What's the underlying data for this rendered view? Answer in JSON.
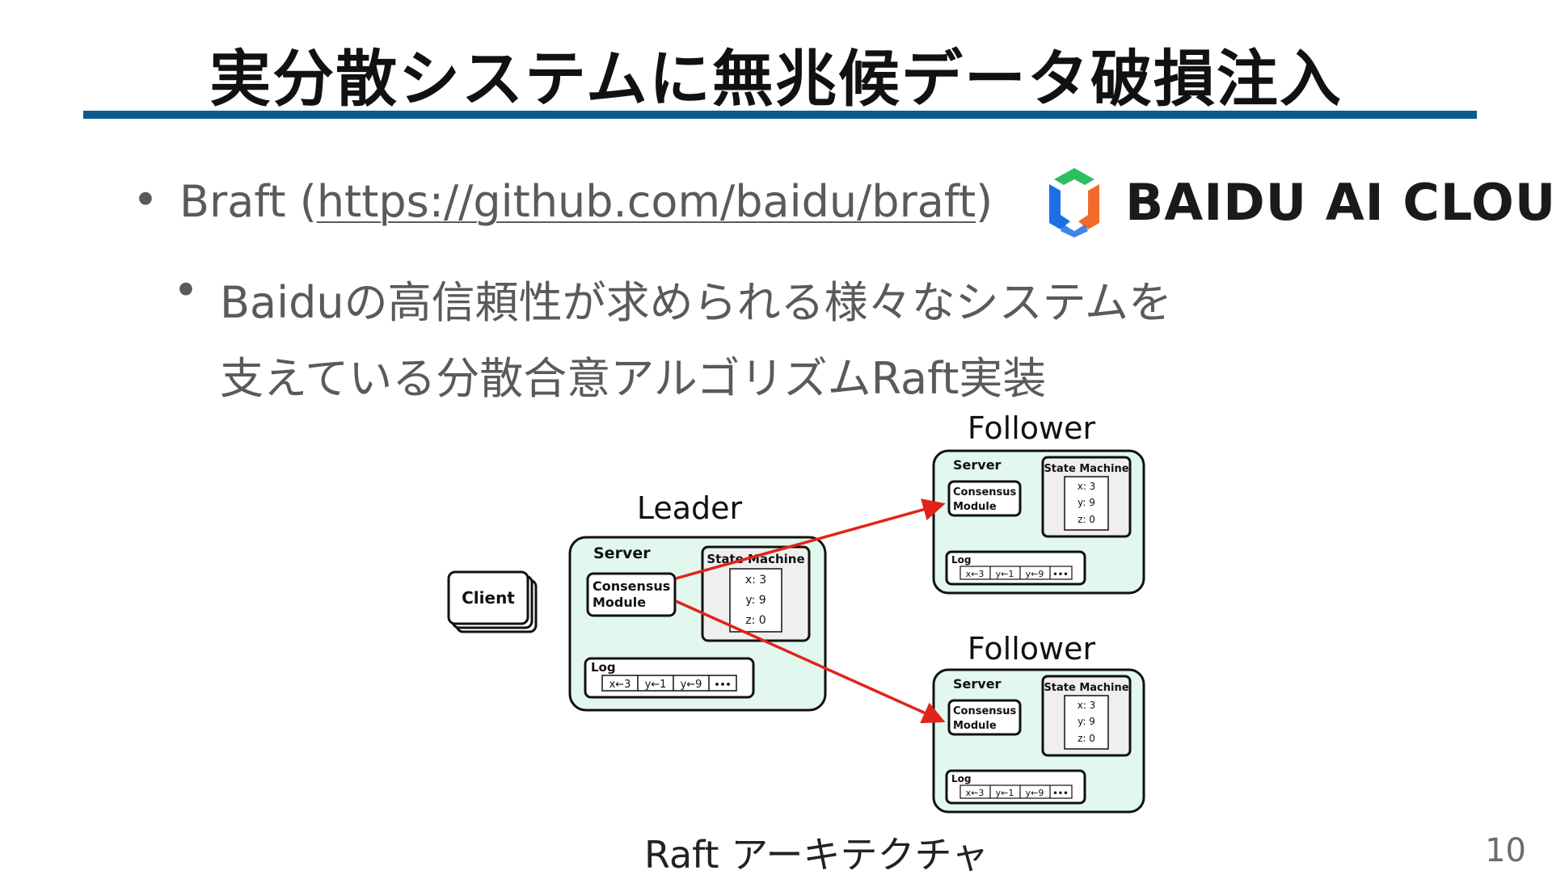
{
  "title": "実分散システムに無兆候データ破損注入",
  "bullets": {
    "level1_prefix": "Braft (",
    "level1_link": "https://github.com/baidu/braft",
    "level1_suffix": ")",
    "level2_line1": "Baiduの高信頼性が求められる様々なシステムを",
    "level2_line2": "支えている分散合意アルゴリズムRaft実装",
    "bullet_char": "•"
  },
  "logo": {
    "text": "BAIDU AI CLOUD",
    "icon": "baidu-ai-cloud-logo-icon",
    "colors": {
      "green": "#2dbe60",
      "blue": "#1e6fe6",
      "orange": "#f26b2d"
    }
  },
  "diagram": {
    "client_label": "Client",
    "leader": {
      "role": "Leader",
      "server": "Server",
      "consensus_l1": "Consensus",
      "consensus_l2": "Module",
      "state_machine": "State Machine",
      "sm_x": "x: 3",
      "sm_y": "y: 9",
      "sm_z": "z: 0",
      "log": "Log",
      "log_entries": [
        "x←3",
        "y←1",
        "y←9",
        "•••"
      ]
    },
    "follower1": {
      "role": "Follower",
      "server": "Server",
      "consensus_l1": "Consensus",
      "consensus_l2": "Module",
      "state_machine": "State Machine",
      "sm_x": "x: 3",
      "sm_y": "y: 9",
      "sm_z": "z: 0",
      "log": "Log",
      "log_entries": [
        "x←3",
        "y←1",
        "y←9",
        "•••"
      ]
    },
    "follower2": {
      "role": "Follower",
      "server": "Server",
      "consensus_l1": "Consensus",
      "consensus_l2": "Module",
      "state_machine": "State Machine",
      "sm_x": "x: 3",
      "sm_y": "y: 9",
      "sm_z": "z: 0",
      "log": "Log",
      "log_entries": [
        "x←3",
        "y←1",
        "y←9",
        "•••"
      ]
    },
    "colors": {
      "server_fill": "#e2f8ef",
      "arrow": "#e0241b",
      "box_stroke": "#111111"
    }
  },
  "caption": "Raft アーキテクチャ",
  "page_number": "10",
  "colors": {
    "title_rule": "#0b5a8f"
  }
}
